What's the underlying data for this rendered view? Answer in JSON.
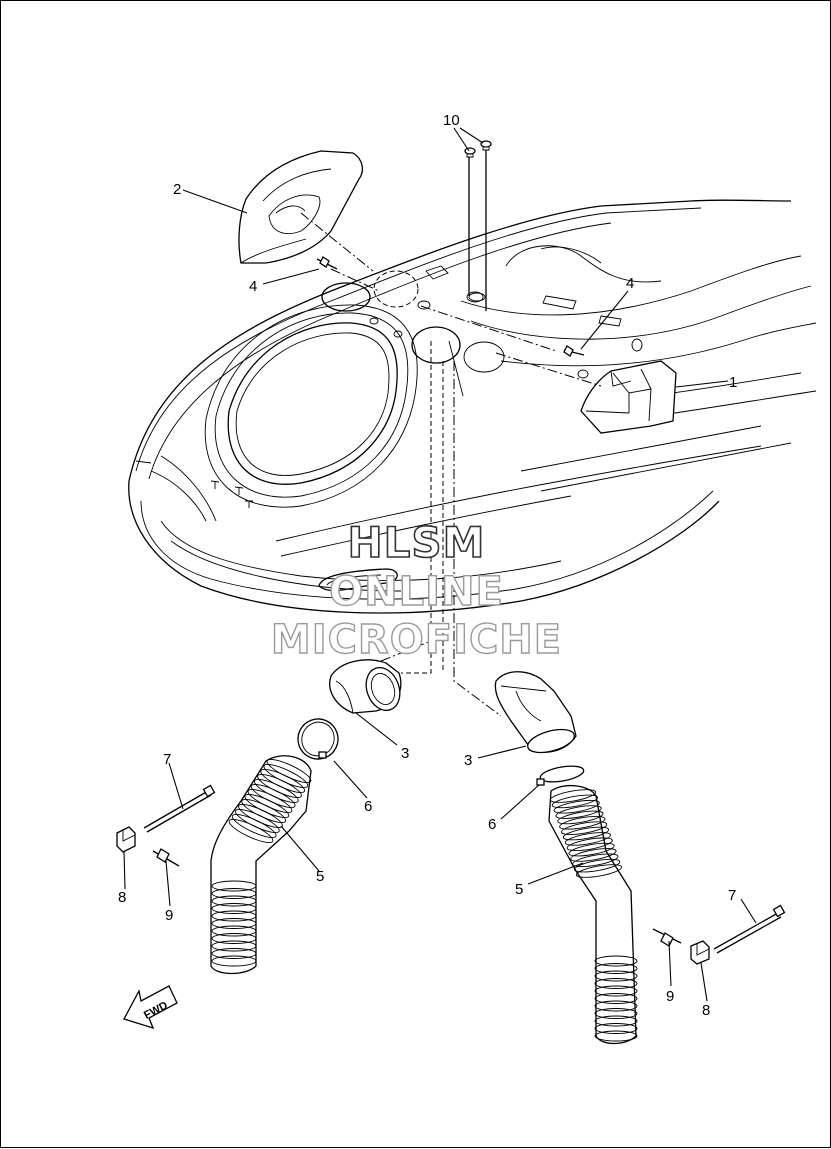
{
  "callouts": [
    {
      "id": "c1",
      "label": "1"
    },
    {
      "id": "c2",
      "label": "2"
    },
    {
      "id": "c3a",
      "label": "3"
    },
    {
      "id": "c3b",
      "label": "3"
    },
    {
      "id": "c4a",
      "label": "4"
    },
    {
      "id": "c4b",
      "label": "4"
    },
    {
      "id": "c5a",
      "label": "5"
    },
    {
      "id": "c5b",
      "label": "5"
    },
    {
      "id": "c6a",
      "label": "6"
    },
    {
      "id": "c6b",
      "label": "6"
    },
    {
      "id": "c7a",
      "label": "7"
    },
    {
      "id": "c7b",
      "label": "7"
    },
    {
      "id": "c8a",
      "label": "8"
    },
    {
      "id": "c8b",
      "label": "8"
    },
    {
      "id": "c9a",
      "label": "9"
    },
    {
      "id": "c9b",
      "label": "9"
    },
    {
      "id": "c10",
      "label": "10"
    }
  ],
  "fwd_arrow": {
    "label": "FWD"
  },
  "watermark": {
    "line1": "HLSM",
    "line2": "ONLINE",
    "line3": "MICROFICHE"
  },
  "colors": {
    "line": "#000000",
    "background": "#ffffff",
    "watermark": "#9a9a9a"
  }
}
